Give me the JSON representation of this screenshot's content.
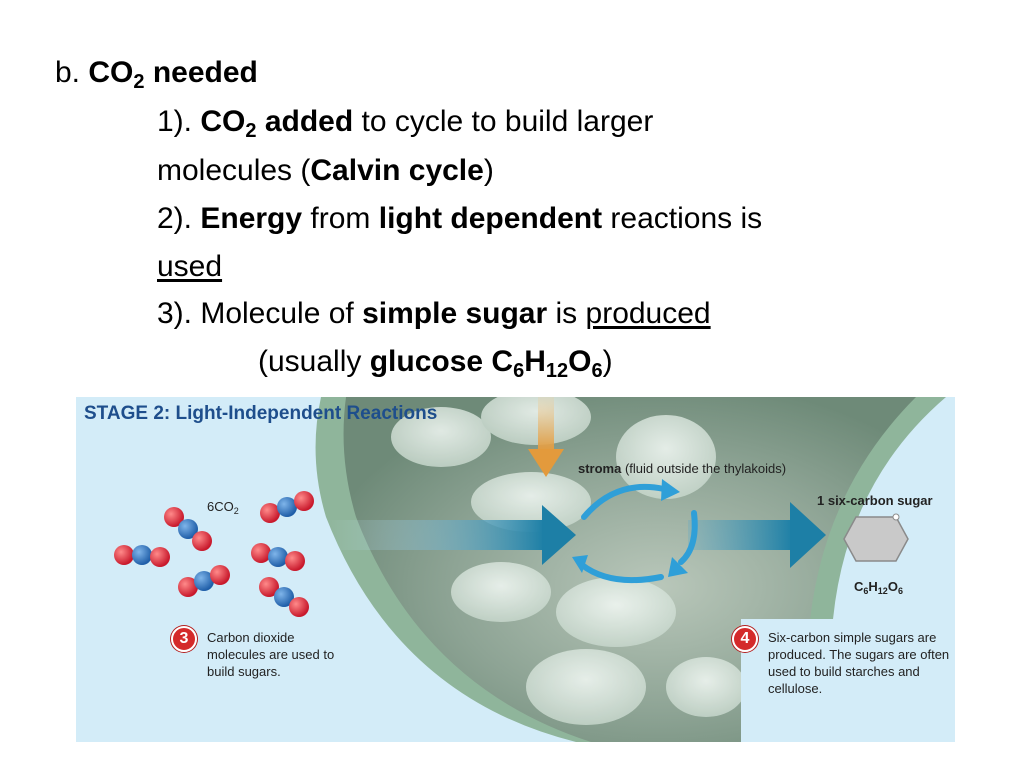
{
  "slide": {
    "heading": {
      "prefix": "b. ",
      "co": "CO",
      "sub": "2",
      "rest": " needed"
    },
    "point1": {
      "num": "1). ",
      "co": "CO",
      "sub": "2",
      "added": " added",
      "text1": " to cycle to build larger",
      "text2a": "molecules (",
      "calvin": "Calvin cycle",
      "text2b": ")"
    },
    "point2": {
      "num": "2). ",
      "energy": "Energy",
      "from": " from ",
      "light": "light dependent",
      "reactions": " reactions is",
      "used": "used"
    },
    "point3": {
      "num": "3). Molecule of ",
      "sugar": "simple sugar",
      "is": " is ",
      "produced": "produced",
      "usually": "(usually ",
      "glucose": "glucose C",
      "s6": "6",
      "h": "H",
      "s12": "12",
      "o": "O",
      "s6b": "6",
      "close": ")"
    }
  },
  "figure": {
    "title": "STAGE 2: Light-Independent Reactions",
    "stroma_label": "stroma",
    "stroma_note": " (fluid outside the thylakoids)",
    "co2_label_main": "6CO",
    "co2_label_sub": "2",
    "sugar_label": "1 six-carbon sugar",
    "formula": {
      "c": "C",
      "c_sub": "6",
      "h": "H",
      "h_sub": "12",
      "o": "O",
      "o_sub": "6"
    },
    "step3": {
      "number": "3",
      "text": "Carbon dioxide molecules are used to build sugars."
    },
    "step4": {
      "number": "4",
      "text": "Six-carbon simple sugars are produced. The sugars are often used to build starches and cellulose."
    },
    "colors": {
      "background": "#d3ecf8",
      "title": "#1e4e8c",
      "arrow": "#1d7fa6",
      "oxygen": "#d8283a",
      "carbon": "#2b6fb8",
      "badge": "#d42a2a",
      "hexagon": "#c9c9c9"
    }
  }
}
